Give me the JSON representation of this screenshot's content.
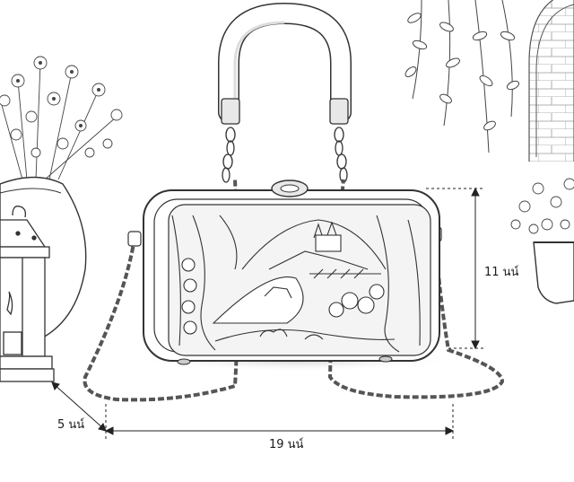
{
  "dimensions": {
    "height_label": "11 นน์",
    "length_label": "19 นน์",
    "depth_label": "5 นน์"
  },
  "colors": {
    "ink": "#2b2b2b",
    "shade": "#bdbdbd",
    "paper": "#ffffff"
  }
}
